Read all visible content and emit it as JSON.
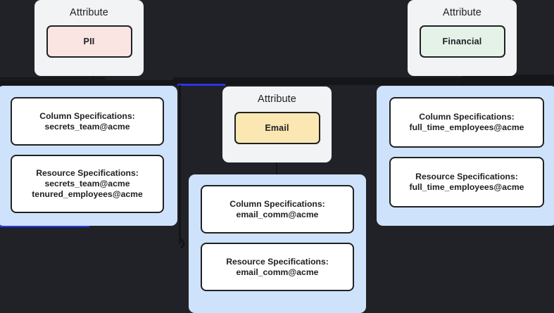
{
  "canvas": {
    "background": "#212227",
    "panel_fill": "#cfe2fb",
    "card_fill": "#f1f3f4",
    "edge_color": "#15161a",
    "edge_highlight_color": "#2b36e8",
    "box_border": "#202124"
  },
  "attributes": [
    {
      "id": "pii",
      "title": "Attribute",
      "chip_label": "PII",
      "chip_color": "#fbe5e3"
    },
    {
      "id": "financial",
      "title": "Attribute",
      "chip_label": "Financial",
      "chip_color": "#e4f2e8"
    },
    {
      "id": "email",
      "title": "Attribute",
      "chip_label": "Email",
      "chip_color": "#fbe7b2"
    }
  ],
  "spec_groups": [
    {
      "id": "pii-specs",
      "boxes": [
        {
          "kind": "column",
          "text": "Column Specifications:\nsecrets_team@acme"
        },
        {
          "kind": "resource",
          "text": "Resource Specifications:\nsecrets_team@acme\ntenured_employees@acme"
        }
      ]
    },
    {
      "id": "email-specs",
      "boxes": [
        {
          "kind": "column",
          "text": "Column Specifications:\nemail_comm@acme"
        },
        {
          "kind": "resource",
          "text": "Resource Specifications:\nemail_comm@acme"
        }
      ]
    },
    {
      "id": "financial-specs",
      "boxes": [
        {
          "kind": "column",
          "text": "Column Specifications:\nfull_time_employees@acme"
        },
        {
          "kind": "resource",
          "text": "Resource Specifications:\nfull_time_employees@acme"
        }
      ]
    }
  ],
  "markers": {
    "chevron_right": "❯"
  }
}
